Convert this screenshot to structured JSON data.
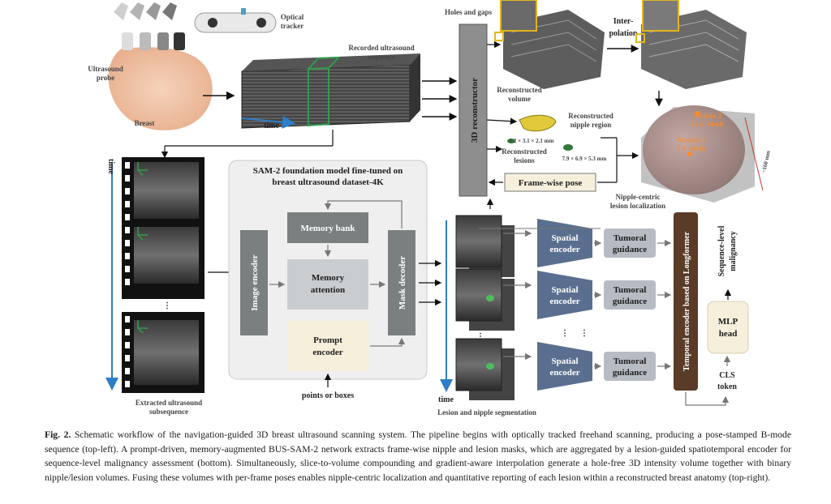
{
  "figure": {
    "labels": {
      "ultrasound_probe_1": "Ultrasound",
      "ultrasound_probe_2": "probe",
      "optical_tracker_1": "Optical",
      "optical_tracker_2": "tracker",
      "breast": "Breast",
      "recorded_seq_1": "Recorded ultrasound",
      "recorded_seq_2": "sequence",
      "time": "time",
      "reconstructor": "3D reconstructor",
      "holes_gaps": "Holes and gaps",
      "interpolation_1": "Inter-",
      "interpolation_2": "polation",
      "reconstructed_volume_1": "Reconstructed",
      "reconstructed_volume_2": "volume",
      "recon_nipple_1": "Reconstructed",
      "recon_nipple_2": "nipple region",
      "lesion_size_1": "3.2 × 3.1 × 2.1 mm",
      "lesion_size_2": "7.9 × 6.9 × 5.3 mm",
      "recon_lesions_1": "Reconstructed",
      "recon_lesions_2": "lesions",
      "frame_wise_pose": "Frame-wise pose",
      "nodule2_1": "Nodule 2",
      "nodule2_2": "12 o' clock",
      "nodule1_1": "Nodule 1",
      "nodule1_2": "7 o' clock",
      "scale_160": "~160 mm",
      "nipple_centric_1": "Nipple-centric",
      "nipple_centric_2": "lesion localization",
      "sam2_title_1": "SAM-2 foundation model fine-tuned on",
      "sam2_title_2": "breast ultrasound dataset-4K",
      "image_encoder": "Image encoder",
      "memory_bank": "Memory bank",
      "memory_attention_1": "Memory",
      "memory_attention_2": "attention",
      "prompt_encoder_1": "Prompt",
      "prompt_encoder_2": "encoder",
      "mask_decoder": "Mask decoder",
      "points_boxes": "points or boxes",
      "extracted_1": "Extracted ultrasound",
      "extracted_2": "subsequence",
      "spatial_encoder_1": "Spatial",
      "spatial_encoder_2": "encoder",
      "tumoral_guidance_1": "Tumoral",
      "tumoral_guidance_2": "guidance",
      "temporal_encoder": "Temporal encoder based on Longformer",
      "sequence_malignancy_1": "Sequence-level",
      "sequence_malignancy_2": "malignancy",
      "mlp_head_1": "MLP",
      "mlp_head_2": "head",
      "cls_token_1": "CLS",
      "cls_token_2": "token",
      "lesion_nipple_seg": "Lesion and nipple segmentation",
      "ellipsis": "⋮"
    },
    "colors": {
      "encoder_blue": "#5a6f8f",
      "guidance_gray": "#b7bcc4",
      "reconstructor_gray": "#8e8e8e",
      "memory_bank": "#7a7f80",
      "memory_attention": "#c9cdd0",
      "prompt_encoder": "#f6efdc",
      "temporal_encoder": "#5a3b26",
      "mlp_head": "#f6efdc",
      "arrow_blue": "#2d7dc8",
      "frame_green": "#2f9e4a",
      "highlight_yellow": "#e3b51c",
      "nodule_orange": "#ff8a1f"
    }
  },
  "caption": {
    "fig_number": "Fig. 2.",
    "text": "Schematic workflow of the navigation-guided 3D breast ultrasound scanning system. The pipeline begins with optically tracked freehand scanning, producing a pose-stamped B-mode sequence (top-left). A prompt-driven, memory-augmented BUS-SAM-2 network extracts frame-wise nipple and lesion masks, which are aggregated by a lesion-guided spatiotemporal encoder for sequence-level malignancy assessment (bottom). Simultaneously, slice-to-volume compounding and gradient-aware interpolation generate a hole-free 3D intensity volume together with binary nipple/lesion volumes. Fusing these volumes with per-frame poses enables nipple-centric localization and quantitative reporting of each lesion within a reconstructed breast anatomy (top-right)."
  }
}
